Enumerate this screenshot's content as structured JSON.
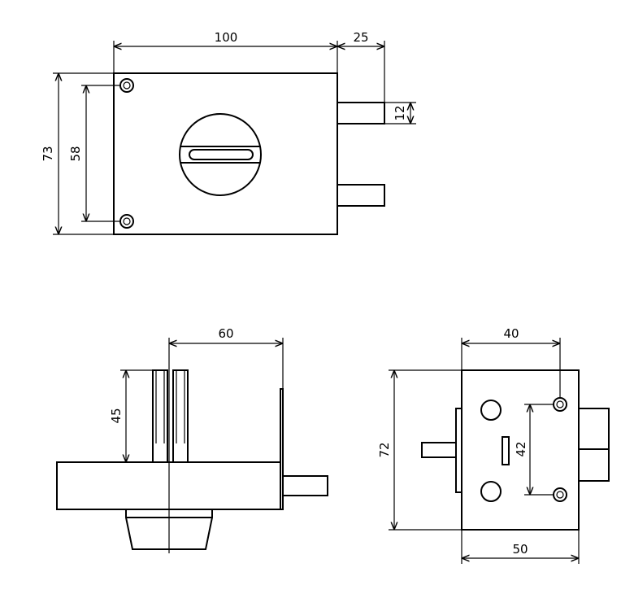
{
  "front_view": {
    "width_label": "100",
    "bolt_projection_label": "25",
    "bolt_height_label": "12",
    "height_label": "73",
    "hole_spacing_label": "58"
  },
  "side_view": {
    "depth_label": "60",
    "pin_length_label": "45"
  },
  "back_view": {
    "hole_offset_label": "40",
    "hole_spacing_label": "42",
    "height_label": "72",
    "width_label": "50"
  }
}
